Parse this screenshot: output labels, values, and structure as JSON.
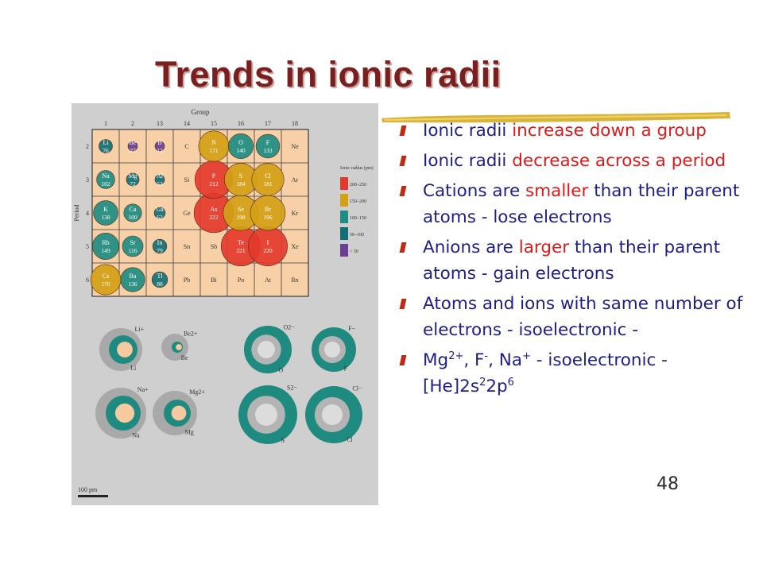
{
  "title": "Trends in ionic radii",
  "page_number": "48",
  "colors": {
    "title": "#7a1f1f",
    "bullet_text": "#1d1e8c",
    "highlight": "#e11818",
    "bullet_mark": "#c02a12",
    "underline": "#d8b43a"
  },
  "bullets": [
    {
      "parts": [
        {
          "t": "Ionic radii "
        },
        {
          "t": "increase down a group",
          "hl": true
        }
      ]
    },
    {
      "parts": [
        {
          "t": "Ionic radii "
        },
        {
          "t": "decrease across a period",
          "hl": true
        }
      ]
    },
    {
      "parts": [
        {
          "t": "Cations are "
        },
        {
          "t": "smaller",
          "hl": true
        },
        {
          "t": " than their parent atoms - lose electrons"
        }
      ]
    },
    {
      "parts": [
        {
          "t": "Anions are "
        },
        {
          "t": "larger",
          "hl": true
        },
        {
          "t": " than their parent atoms - gain electrons"
        }
      ]
    },
    {
      "parts": [
        {
          "t": "Atoms and ions with same number of electrons - isoelectronic -"
        }
      ]
    },
    {
      "parts": [
        {
          "t": "Mg"
        },
        {
          "t": "2+",
          "sup": true
        },
        {
          "t": ", F"
        },
        {
          "t": "-",
          "sup": true
        },
        {
          "t": ", Na"
        },
        {
          "t": "+",
          "sup": true
        },
        {
          "t": " - isoelectronic - [He]2s"
        },
        {
          "t": "2",
          "sup": true
        },
        {
          "t": "2p"
        },
        {
          "t": "6",
          "sup": true
        }
      ]
    }
  ],
  "figure": {
    "group_label": "Group",
    "period_label": "Period",
    "group_numbers": [
      "1",
      "2",
      "13",
      "14",
      "15",
      "16",
      "17",
      "18"
    ],
    "period_numbers": [
      "2",
      "3",
      "4",
      "5",
      "6"
    ],
    "rows": [
      [
        {
          "s": "Li",
          "r": "76"
        },
        {
          "s": "Be",
          "r": "27"
        },
        {
          "s": "B",
          "r": "12"
        },
        {
          "s": "C",
          "r": ""
        },
        {
          "s": "N",
          "r": "171"
        },
        {
          "s": "O",
          "r": "140"
        },
        {
          "s": "F",
          "r": "133"
        },
        {
          "s": "Ne",
          "r": ""
        }
      ],
      [
        {
          "s": "Na",
          "r": "102"
        },
        {
          "s": "Mg",
          "r": "72"
        },
        {
          "s": "Al",
          "r": "53"
        },
        {
          "s": "Si",
          "r": ""
        },
        {
          "s": "P",
          "r": "212"
        },
        {
          "s": "S",
          "r": "184"
        },
        {
          "s": "Cl",
          "r": "181"
        },
        {
          "s": "Ar",
          "r": ""
        }
      ],
      [
        {
          "s": "K",
          "r": "138"
        },
        {
          "s": "Ca",
          "r": "100"
        },
        {
          "s": "Ga",
          "r": "62"
        },
        {
          "s": "Ge",
          "r": ""
        },
        {
          "s": "As",
          "r": "222"
        },
        {
          "s": "Se",
          "r": "198"
        },
        {
          "s": "Br",
          "r": "196"
        },
        {
          "s": "Kr",
          "r": ""
        }
      ],
      [
        {
          "s": "Rb",
          "r": "149"
        },
        {
          "s": "Sr",
          "r": "116"
        },
        {
          "s": "In",
          "r": "79"
        },
        {
          "s": "Sn",
          "r": ""
        },
        {
          "s": "Sb",
          "r": ""
        },
        {
          "s": "Te",
          "r": "221"
        },
        {
          "s": "I",
          "r": "220"
        },
        {
          "s": "Xe",
          "r": ""
        }
      ],
      [
        {
          "s": "Cs",
          "r": "170"
        },
        {
          "s": "Ba",
          "r": "136"
        },
        {
          "s": "Tl",
          "r": "88"
        },
        {
          "s": "Pb",
          "r": ""
        },
        {
          "s": "Bi",
          "r": ""
        },
        {
          "s": "Po",
          "r": ""
        },
        {
          "s": "At",
          "r": ""
        },
        {
          "s": "Rn",
          "r": ""
        }
      ]
    ],
    "legend_title": "Ionic radius (pm)",
    "legend": [
      {
        "label": "200–250",
        "color": "#e33a2c"
      },
      {
        "label": "150–200",
        "color": "#d4a016"
      },
      {
        "label": "100–150",
        "color": "#1e8c82"
      },
      {
        "label": "50–100",
        "color": "#136f76"
      },
      {
        "label": "< 50",
        "color": "#6b3f93"
      }
    ],
    "ions": [
      {
        "ion": "Li+",
        "atom": "Li"
      },
      {
        "ion": "Be2+",
        "atom": "Be"
      },
      {
        "ion": "O2−",
        "atom": "O"
      },
      {
        "ion": "F−",
        "atom": "F"
      },
      {
        "ion": "Na+",
        "atom": "Na"
      },
      {
        "ion": "Mg2+",
        "atom": "Mg"
      },
      {
        "ion": "S2−",
        "atom": "S"
      },
      {
        "ion": "Cl−",
        "atom": "Cl"
      }
    ],
    "scale_label": "100 pm"
  }
}
